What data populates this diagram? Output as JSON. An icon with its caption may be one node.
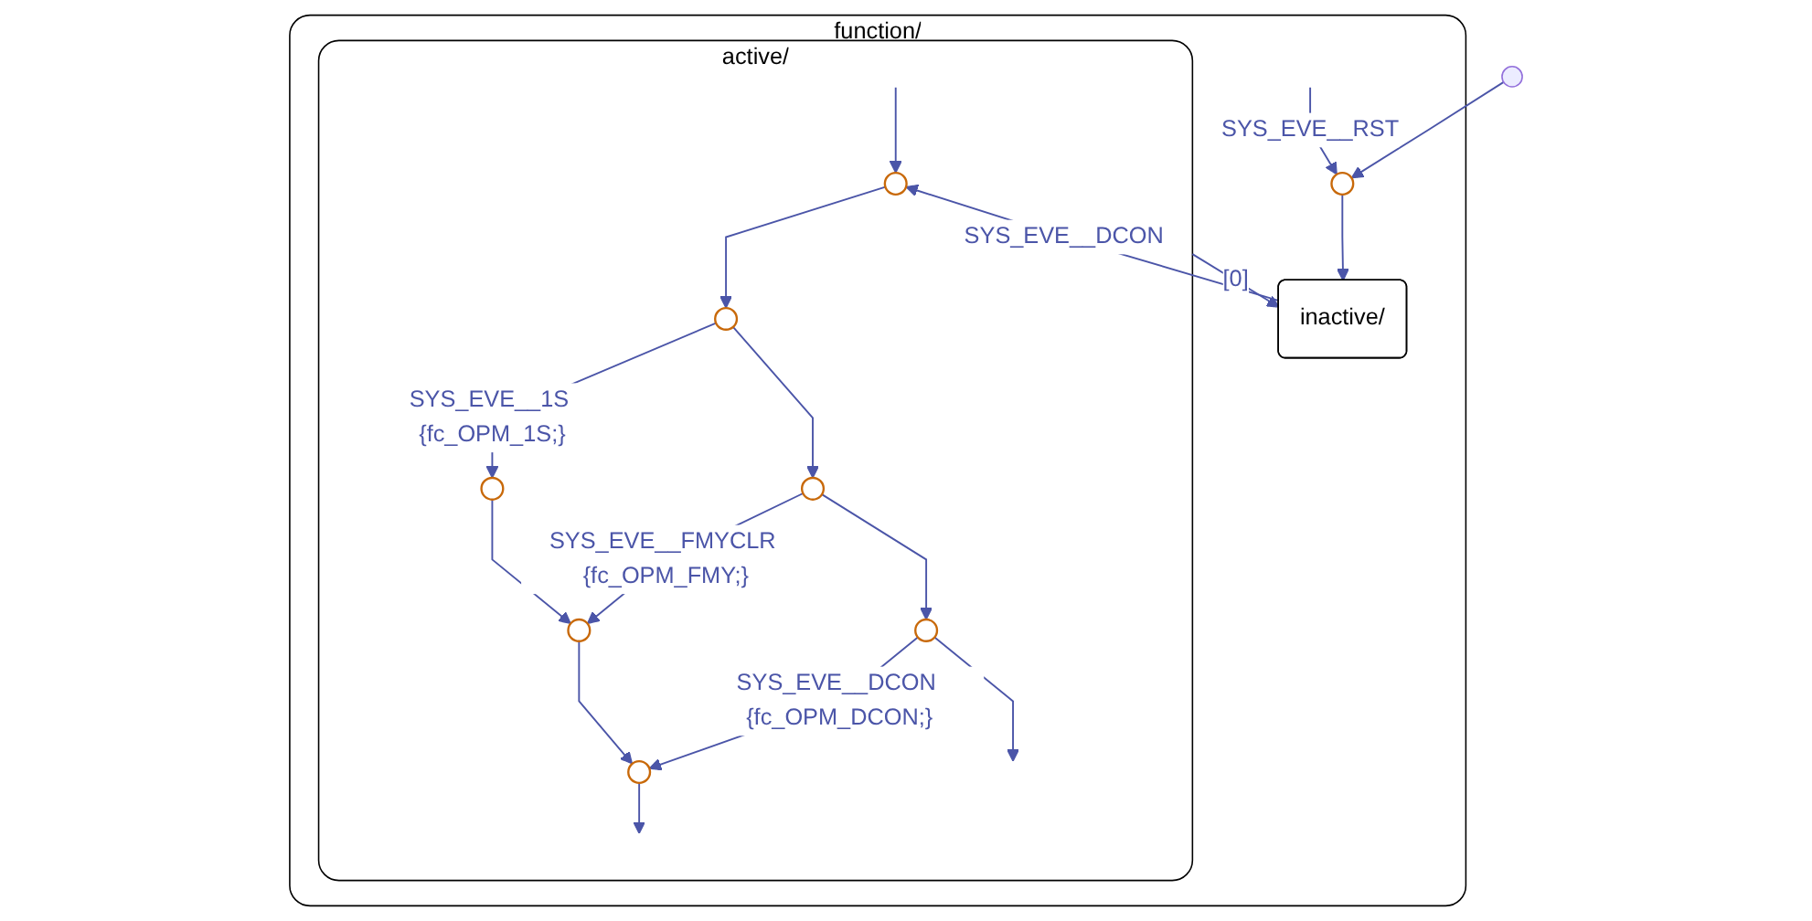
{
  "diagram": {
    "nodes": [
      {
        "text": [
          "function/"
        ]
      },
      {
        "text": [
          "active/"
        ],
        "in": 0
      },
      {
        "text": [
          "inactive/"
        ],
        "in": 0
      },
      {
        "text": [],
        "shape": "circle",
        "in": 0
      },
      {
        "text": [],
        "shape": "circle"
      },
      {
        "text": [],
        "shape": "circle",
        "in": 1
      },
      {
        "text": [],
        "shape": "circle",
        "in": 1
      },
      {
        "text": [],
        "shape": "circle",
        "in": 1
      },
      {
        "text": [],
        "shape": "circle",
        "in": 1
      },
      {
        "text": [],
        "shape": "circle",
        "in": 1
      },
      {
        "text": [],
        "shape": "circle",
        "in": 1
      },
      {
        "text": [],
        "shape": "circle",
        "in": 1
      }
    ],
    "edges": [
      {
        "from": 4,
        "to": 3,
        "arrow": "to"
      },
      {
        "from": null,
        "to": 3,
        "arrow": "to",
        "label": "SYS_EVE__RST"
      },
      {
        "from": 3,
        "to": 2,
        "arrow": "to"
      },
      {
        "from": 2,
        "to": 5,
        "arrow": "to",
        "label": "SYS_EVE__DCON"
      },
      {
        "from": null,
        "to": 5,
        "arrow": "to"
      },
      {
        "from": 5,
        "to": 6,
        "arrow": "to"
      },
      {
        "from": 6,
        "to": 7,
        "arrow": "to",
        "label": "SYS_EVE__1S {fc_OPM_1S;}"
      },
      {
        "from": 6,
        "to": 8,
        "arrow": "to"
      },
      {
        "from": 7,
        "to": 9,
        "arrow": "to"
      },
      {
        "from": 8,
        "to": 9,
        "arrow": "to",
        "label": "SYS_EVE__FMYCLR {fc_OPM_FMY;}"
      },
      {
        "from": 8,
        "to": 10,
        "arrow": "to"
      },
      {
        "from": 9,
        "to": 11,
        "arrow": "to"
      },
      {
        "from": 10,
        "to": 11,
        "arrow": "to",
        "label": "SYS_EVE__DCON {fc_OPM_DCON;}"
      },
      {
        "from": 10,
        "to": null,
        "arrow": "to"
      },
      {
        "from": 11,
        "to": null,
        "arrow": "to"
      },
      {
        "from": 1,
        "to": 2,
        "arrow": "to",
        "label": "[0]"
      }
    ]
  }
}
